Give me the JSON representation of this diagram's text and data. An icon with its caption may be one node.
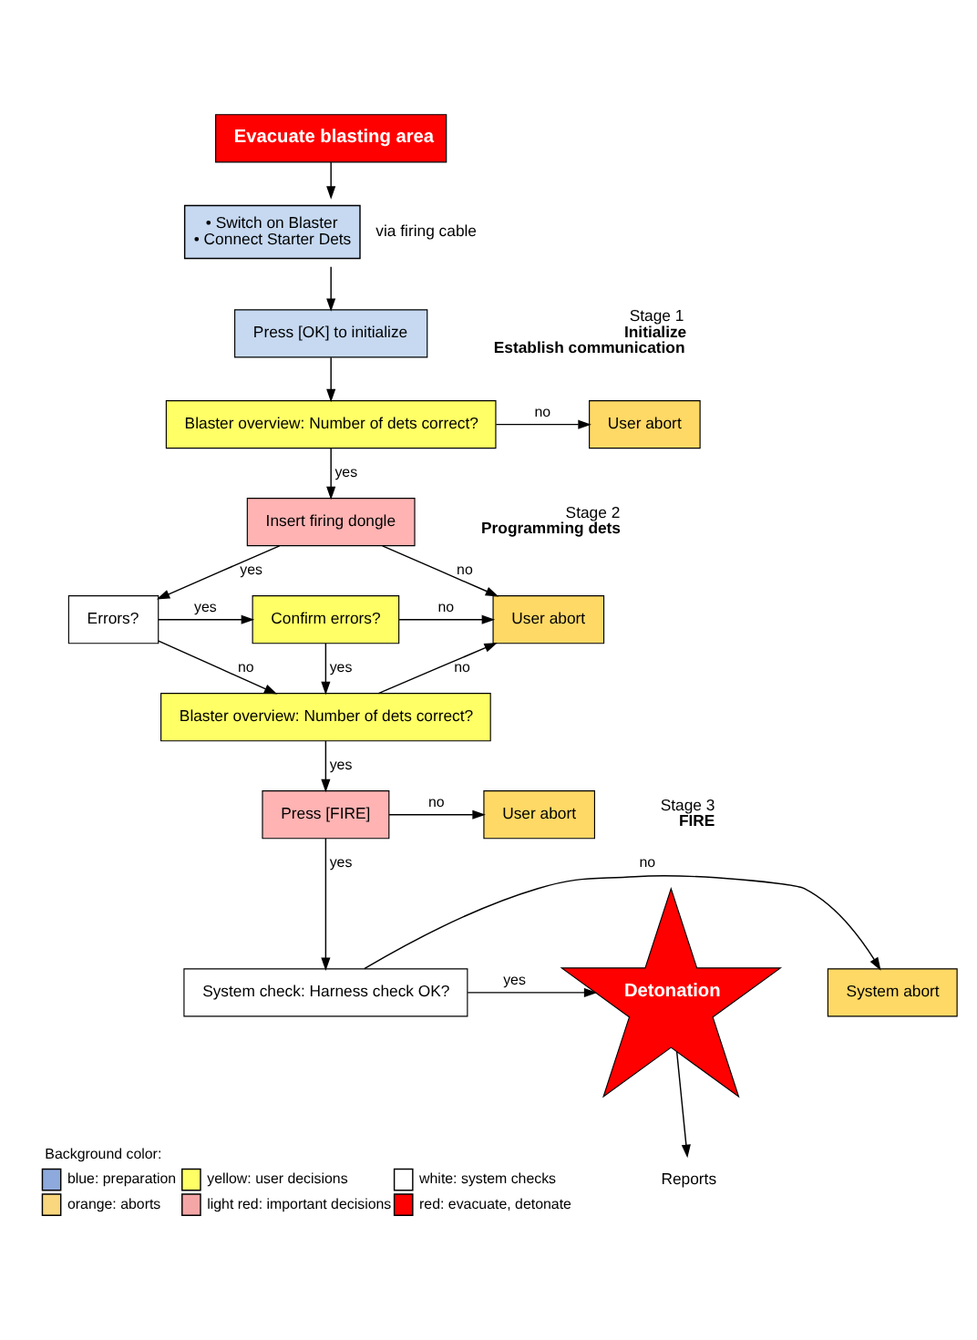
{
  "diagram": {
    "nodes": [
      {
        "text": [
          "Evacuate blasting area"
        ]
      },
      {
        "text": [
          "• Switch on Blaster",
          "• Connect Starter Dets"
        ],
        "beside": [
          "via firing cable"
        ]
      },
      {
        "text": [
          "Press [OK] to initialize"
        ]
      },
      {
        "text": [
          "Blaster overview: Number of dets correct?"
        ]
      },
      {
        "text": [
          "User abort"
        ]
      },
      {
        "text": [
          "Insert firing dongle"
        ]
      },
      {
        "text": [
          "Errors?"
        ]
      },
      {
        "text": [
          "Confirm errors?"
        ]
      },
      {
        "text": [
          "User abort"
        ]
      },
      {
        "text": [
          "Blaster overview: Number of dets correct?"
        ]
      },
      {
        "text": [
          "User abort"
        ]
      },
      {
        "text": [
          "Press [FIRE]"
        ]
      },
      {
        "text": [
          "System abort"
        ]
      },
      {
        "text": [
          "System check: Harness check OK?"
        ]
      },
      {
        "text": [
          "Detonation"
        ]
      },
      {
        "text": [
          "Reports"
        ]
      }
    ],
    "edges": [
      {
        "from": 0,
        "to": 1,
        "arrow": "to"
      },
      {
        "from": 1,
        "to": 2,
        "arrow": "to"
      },
      {
        "from": 2,
        "to": 3,
        "arrow": "to"
      },
      {
        "from": 3,
        "to": 4,
        "arrow": "to",
        "label": "no"
      },
      {
        "from": 3,
        "to": 5,
        "arrow": "to",
        "label": "yes"
      },
      {
        "from": 5,
        "to": 8,
        "arrow": "to",
        "label": "no"
      },
      {
        "from": 5,
        "to": 6,
        "arrow": "to",
        "label": "yes"
      },
      {
        "from": 6,
        "to": 7,
        "arrow": "to",
        "label": "yes"
      },
      {
        "from": 7,
        "to": 8,
        "arrow": "to",
        "label": "no"
      },
      {
        "from": 6,
        "to": 9,
        "arrow": "to",
        "label": "no"
      },
      {
        "from": 7,
        "to": 9,
        "arrow": "to",
        "label": "yes"
      },
      {
        "from": 9,
        "to": 8,
        "arrow": "to",
        "label": "no"
      },
      {
        "from": 9,
        "to": 11,
        "arrow": "to",
        "label": "yes"
      },
      {
        "from": 11,
        "to": 10,
        "arrow": "to",
        "label": "no"
      },
      {
        "from": 11,
        "to": 13,
        "arrow": "to",
        "label": "yes"
      },
      {
        "from": 13,
        "to": 12,
        "arrow": "to",
        "label": "no"
      },
      {
        "from": 13,
        "to": 14,
        "arrow": "to",
        "label": "yes"
      },
      {
        "from": 14,
        "to": 15,
        "arrow": "to"
      }
    ],
    "labels": [
      "Stage 1",
      "Initialize",
      "Establish communication",
      "Stage 2",
      "Programming dets",
      "Stage 3",
      "FIRE",
      "Background color:"
    ],
    "legend": [
      {
        "text": "blue: preparation",
        "color": "#8eaadc"
      },
      {
        "text": "yellow: user decisions",
        "color": "#ffff66"
      },
      {
        "text": "white: system checks",
        "color": "#ffffff"
      },
      {
        "text": "orange: aborts",
        "color": "#f9d77e"
      },
      {
        "text": "light red: important decisions",
        "color": "#f4a6a6"
      },
      {
        "text": "red: evacuate, detonate",
        "color": "#ff0000"
      }
    ]
  }
}
